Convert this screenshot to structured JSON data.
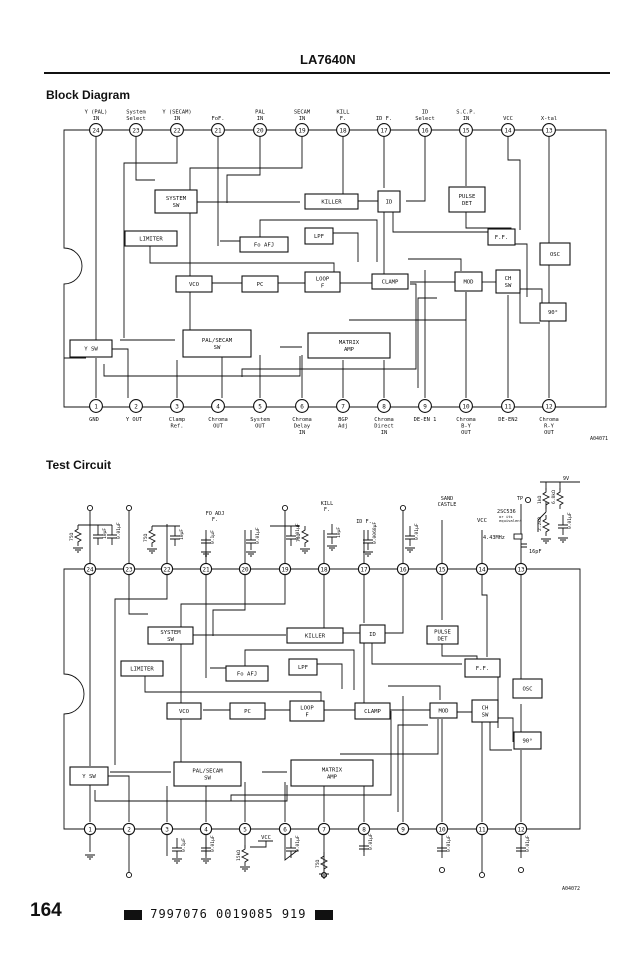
{
  "header": {
    "part_number": "LA7640N"
  },
  "block_diagram": {
    "title": "Block Diagram",
    "pin_numbers": [
      "24",
      "23",
      "22",
      "21",
      "20",
      "19",
      "18",
      "17",
      "16",
      "15",
      "14",
      "13",
      "1",
      "2",
      "3",
      "4",
      "5",
      "6",
      "7",
      "8",
      "9",
      "10",
      "11",
      "12"
    ],
    "top_labels": [
      [
        "Y (PAL)",
        "IN"
      ],
      [
        "System",
        "Select"
      ],
      [
        "Y (SECAM)",
        "IN"
      ],
      [
        "FoF."
      ],
      [
        "PAL",
        "IN"
      ],
      [
        "SECAM",
        "IN"
      ],
      [
        "KILL",
        "F."
      ],
      [
        "ID F."
      ],
      [
        "ID",
        "Select"
      ],
      [
        "S.C.P.",
        "IN"
      ],
      [
        "VCC"
      ],
      [
        "X-tal"
      ]
    ],
    "bottom_labels": [
      [
        "GND"
      ],
      [
        "Y OUT"
      ],
      [
        "Clamp",
        "Ref."
      ],
      [
        "Chroma",
        "OUT"
      ],
      [
        "System",
        "OUT"
      ],
      [
        "Chroma",
        "Delay",
        "IN"
      ],
      [
        "BGP",
        "Adj"
      ],
      [
        "Chroma",
        "Direct",
        "IN"
      ],
      [
        "DE-EN 1"
      ],
      [
        "Chroma",
        "B-Y",
        "OUT"
      ],
      [
        "DE-EN2"
      ],
      [
        "Chroma",
        "R-Y",
        "OUT"
      ]
    ],
    "blocks": {
      "system_sw": [
        "SYSTEM",
        "SW"
      ],
      "killer": [
        "KILLER"
      ],
      "id": [
        "ID"
      ],
      "pulse_det": [
        "PULSE",
        "DET"
      ],
      "limiter": [
        "LIMITER"
      ],
      "fo_afj": [
        "Fo AFJ"
      ],
      "lpf": [
        "LPF"
      ],
      "ff": [
        "F.F."
      ],
      "osc": [
        "OSC"
      ],
      "vco": [
        "VCO"
      ],
      "pc": [
        "PC"
      ],
      "loop_f": [
        "LOOP",
        "F"
      ],
      "clamp": [
        "CLAMP"
      ],
      "mod": [
        "MOD"
      ],
      "ch_sw": [
        "CH",
        "SW"
      ],
      "deg90": [
        "90°"
      ],
      "pal_secam_sw": [
        "PAL/SECAM",
        "SW"
      ],
      "matrix_amp": [
        "MATRIX",
        "AMP"
      ],
      "y_sw": [
        "Y SW"
      ]
    },
    "code": "A04071"
  },
  "test_circuit": {
    "title": "Test Circuit",
    "pin_numbers": [
      "24",
      "23",
      "22",
      "21",
      "20",
      "19",
      "18",
      "17",
      "16",
      "15",
      "14",
      "13",
      "1",
      "2",
      "3",
      "4",
      "5",
      "6",
      "7",
      "8",
      "9",
      "10",
      "11",
      "12"
    ],
    "top_labels": {
      "fo_adj": [
        "FO ADJ",
        "F."
      ],
      "kill": [
        "KILL",
        "F."
      ],
      "id_f": [
        "ID F."
      ],
      "sand_castle": [
        "SAND",
        "CASTLE"
      ],
      "vcc": "VCC",
      "tp": "TP",
      "transistor": [
        "2SC536",
        "or its",
        "equivalent"
      ],
      "v9": "9V",
      "crystal": "4.43MHz",
      "cap_16p": "16pF"
    },
    "component_values": {
      "r75a": "75Ω",
      "c10a": "10μF",
      "c001a": "0.01μF",
      "r75b": "75Ω",
      "c10b": "10μF",
      "c01a": "0.1μF",
      "c001b": "0.01μF",
      "r75c": "75Ω",
      "c001c": "0.01μF",
      "r75d": "75Ω",
      "c10c": "10μF",
      "c0068": "0.0068μF",
      "c001d": "0.01μF",
      "r15": "1kΩ",
      "r68": "6.8kΩ",
      "r22": "2.2kΩ",
      "c001e": "0.01μF",
      "c01b": "0.1μF",
      "c001f": "0.01μF",
      "r15k": "15kΩ",
      "vcc_b": "VCC",
      "c001g": "0.01μF",
      "c001h": "0.01μF",
      "r75e": "75Ω",
      "c001i": "0.01μF",
      "c001j": "0.01μF"
    },
    "code": "A04072"
  },
  "footer": {
    "page_number": "164",
    "barcode_text": "7997076 0019085 919"
  }
}
